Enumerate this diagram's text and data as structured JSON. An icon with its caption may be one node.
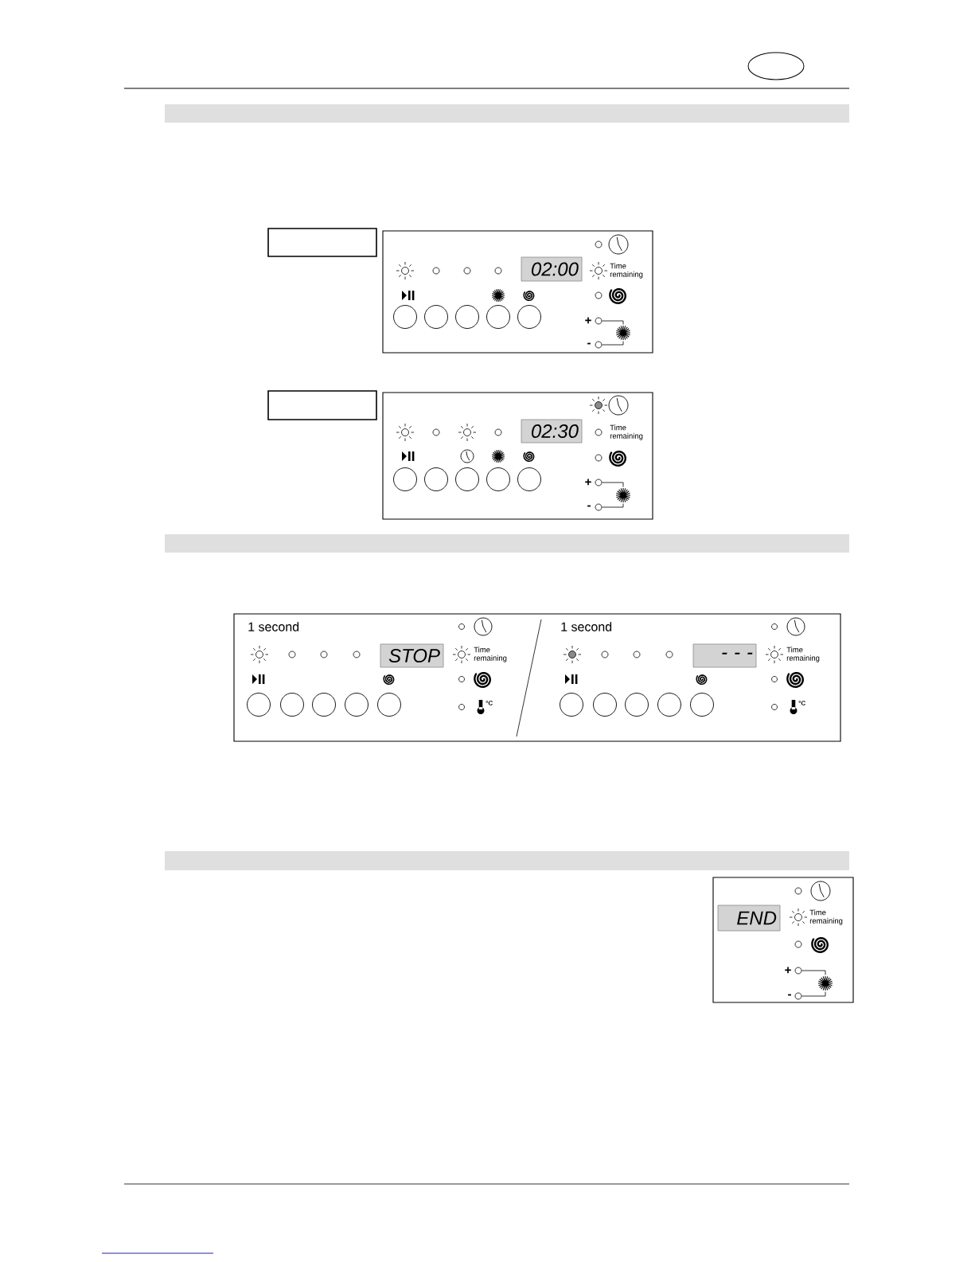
{
  "diagram": {
    "nodes": [
      {
        "text": [],
        "shape": "bar"
      },
      {
        "text": [],
        "shape": "box"
      },
      {
        "text": [
          "Time remaining",
          "+",
          "-"
        ]
      },
      {
        "text": [
          "02:00"
        ],
        "in": 2
      },
      {
        "text": [],
        "shape": "box"
      },
      {
        "text": [
          "Time remaining",
          "+",
          "-"
        ]
      },
      {
        "text": [
          "02:30"
        ],
        "in": 5
      },
      {
        "text": [],
        "shape": "bar"
      },
      {
        "text": [
          "1 second",
          "Time remaining",
          "°C",
          "1 second",
          "Time remaining",
          "°C"
        ]
      },
      {
        "text": [
          "STOP"
        ],
        "in": 8
      },
      {
        "text": [
          "- - -"
        ],
        "in": 8
      },
      {
        "text": [],
        "shape": "bar"
      },
      {
        "text": [
          "Time remaining",
          "+",
          "-"
        ]
      },
      {
        "text": [
          "END"
        ],
        "in": 12
      }
    ]
  }
}
